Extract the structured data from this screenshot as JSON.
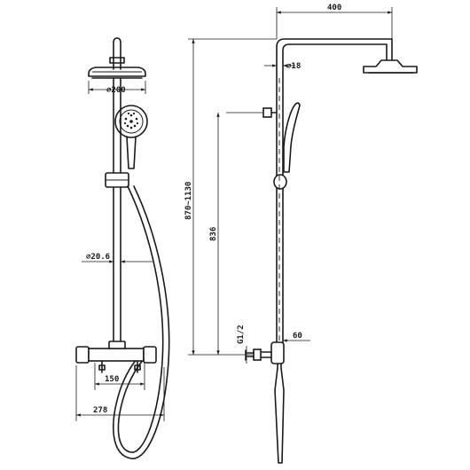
{
  "dimensions": {
    "head_diameter": "200",
    "arm_length": "400",
    "arm_diameter": "18",
    "rail_diameter": "20.6",
    "total_height": "870~1130",
    "outlet_height": "836",
    "inlet_thread": "G1/2",
    "inlet_offset": "60",
    "inlet_spacing": "150",
    "mixer_width": "278"
  },
  "glyphs": {
    "diameter_symbol": "⌀"
  }
}
